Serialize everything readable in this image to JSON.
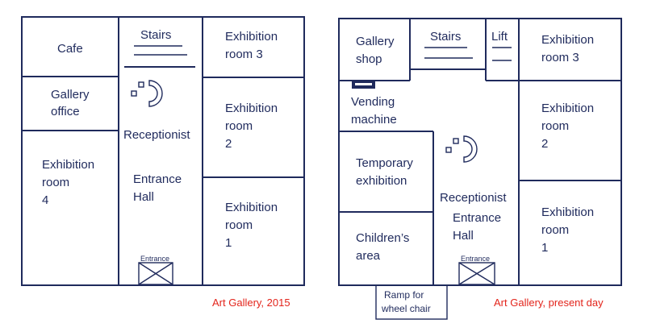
{
  "plan_2015": {
    "caption": "Art Gallery, 2015",
    "cafe": "Cafe",
    "gallery_office": [
      "Gallery",
      "office"
    ],
    "exhibition_room_4": [
      "Exhibition",
      "room",
      "4"
    ],
    "stairs": "Stairs",
    "receptionist": "Receptionist",
    "entrance_hall": [
      "Entrance",
      "Hall"
    ],
    "entrance": "Entrance",
    "exhibition_room_3": [
      "Exhibition",
      "room 3"
    ],
    "exhibition_room_2": [
      "Exhibition",
      "room",
      "2"
    ],
    "exhibition_room_1": [
      "Exhibition",
      "room",
      "1"
    ]
  },
  "plan_present": {
    "caption": "Art Gallery, present day",
    "gallery_shop": [
      "Gallery",
      "shop"
    ],
    "stairs": "Stairs",
    "lift": "Lift",
    "vending_machine": [
      "Vending",
      "machine"
    ],
    "temporary_exhibition": [
      "Temporary",
      "exhibition"
    ],
    "childrens_area": [
      "Children’s",
      "area"
    ],
    "receptionist": "Receptionist",
    "entrance_hall": [
      "Entrance",
      "Hall"
    ],
    "entrance": "Entrance",
    "ramp": [
      "Ramp for",
      "wheel chair"
    ],
    "exhibition_room_3": [
      "Exhibition",
      "room 3"
    ],
    "exhibition_room_2": [
      "Exhibition",
      "room",
      "2"
    ],
    "exhibition_room_1": [
      "Exhibition",
      "room",
      "1"
    ]
  },
  "colors": {
    "line": "#1f2a5c",
    "caption": "#e3241b"
  }
}
